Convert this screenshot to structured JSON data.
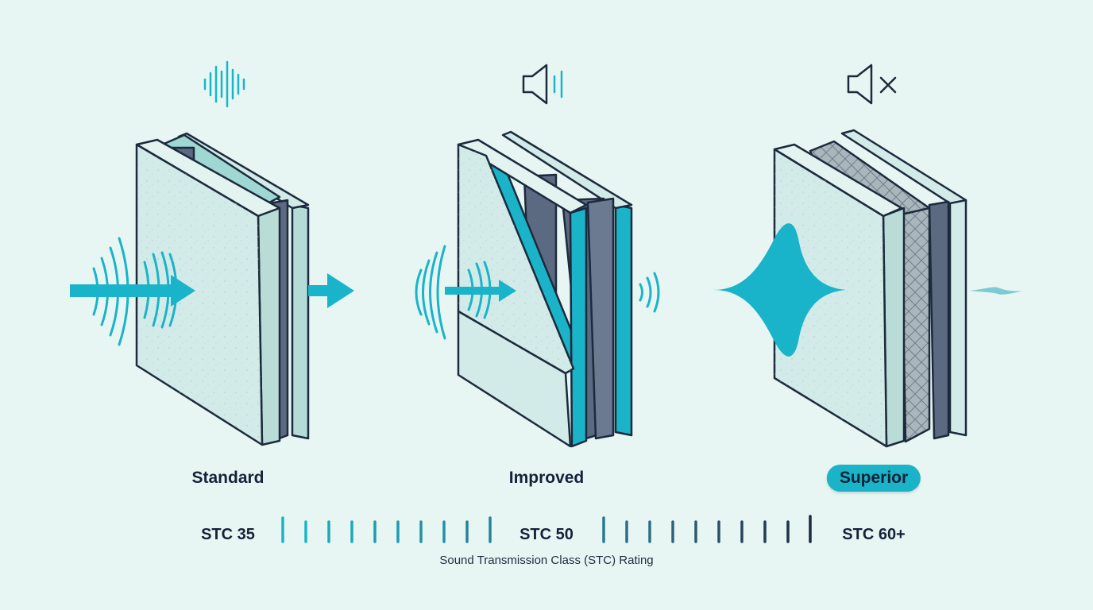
{
  "panels": [
    {
      "label": "Standard",
      "indicator": "sound-waves-icon",
      "highlighted": false
    },
    {
      "label": "Improved",
      "indicator": "speaker-low-icon",
      "highlighted": false
    },
    {
      "label": "Superior",
      "indicator": "speaker-mute-icon",
      "highlighted": true
    }
  ],
  "scale": {
    "markers": [
      "STC 35",
      "STC 50",
      "STC 60+"
    ],
    "caption": "Sound Transmission Class (STC) Rating"
  },
  "colors": {
    "background": "#e8f6f3",
    "accent": "#1ab3c8",
    "panel_face": "#d3ebe8",
    "stud": "#5b6a80",
    "outline": "#1c2a3d"
  }
}
